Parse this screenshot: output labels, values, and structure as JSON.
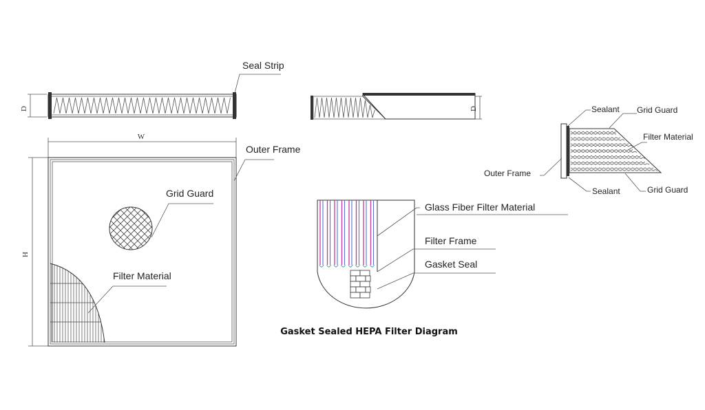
{
  "labels": {
    "seal_strip": "Seal Strip",
    "outer_frame": "Outer Frame",
    "grid_guard": "Grid Guard",
    "filter_material": "Filter Material",
    "dim_w": "W",
    "dim_h": "H",
    "dim_d1": "D",
    "dim_d2": "D",
    "glass_fiber": "Glass Fiber Filter Material",
    "filter_frame": "Filter Frame",
    "gasket_seal": "Gasket Seal",
    "title": "Gasket Sealed HEPA Filter Diagram",
    "r_sealant_top": "Sealant",
    "r_grid_guard_top": "Grid Guard",
    "r_filter_material": "Filter Material",
    "r_outer_frame": "Outer Frame",
    "r_sealant_bottom": "Sealant",
    "r_grid_guard_bottom": "Grid Guard"
  },
  "colors": {
    "line": "#333333",
    "pleat_magenta": "#c0399a",
    "pleat_blue": "#5a6fd0",
    "pleat_teal": "#4aa3a3"
  }
}
